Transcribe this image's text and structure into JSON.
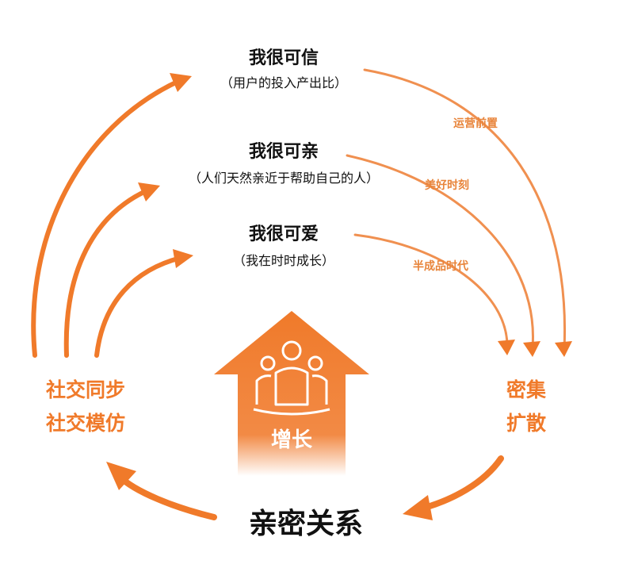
{
  "colors": {
    "accent": "#f07a2a",
    "accent_light": "#f4a56a",
    "text_dark": "#111111",
    "label_orange": "#e8843a"
  },
  "levels": [
    {
      "title": "我很可信",
      "subtitle": "（用户的投入产出比）",
      "label": "运营前置"
    },
    {
      "title": "我很可亲",
      "subtitle": "（人们天然亲近于帮助自己的人）",
      "label": "美好时刻"
    },
    {
      "title": "我很可爱",
      "subtitle": "（我在时时成长）",
      "label": "半成品时代"
    }
  ],
  "left_block": {
    "line1": "社交同步",
    "line2": "社交模仿"
  },
  "right_block": {
    "line1": "密集",
    "line2": "扩散"
  },
  "house": {
    "label": "增长",
    "icon": "people-group-icon"
  },
  "bottom_label": "亲密关系"
}
